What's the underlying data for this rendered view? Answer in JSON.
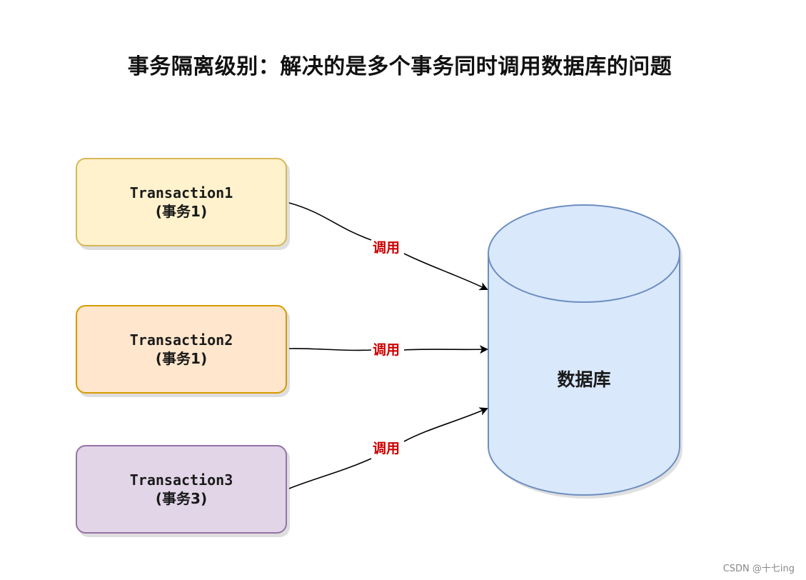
{
  "title": "事务隔离级别：解决的是多个事务同时调用数据库的问题",
  "transactions": [
    {
      "name": "Transaction1",
      "sub": "(事务1)",
      "fill": "#fff2cc",
      "border": "#d6b656"
    },
    {
      "name": "Transaction2",
      "sub": "(事务1)",
      "fill": "#ffe6cc",
      "border": "#d79b00"
    },
    {
      "name": "Transaction3",
      "sub": "(事务3)",
      "fill": "#e1d5e7",
      "border": "#9673a6"
    }
  ],
  "edges": [
    {
      "label": "调用"
    },
    {
      "label": "调用"
    },
    {
      "label": "调用"
    }
  ],
  "database": {
    "label": "数据库",
    "fill": "#dae8fc",
    "border": "#6c8ebf"
  },
  "watermark": "CSDN @十七ing"
}
